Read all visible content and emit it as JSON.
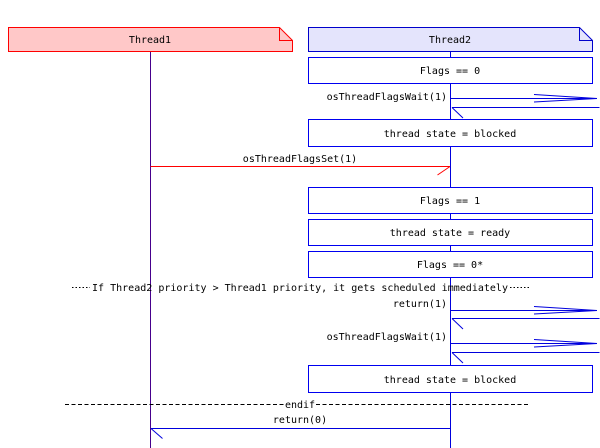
{
  "participants": [
    {
      "name": "Thread1"
    },
    {
      "name": "Thread2"
    }
  ],
  "notes": [
    {
      "text": "Flags == 0"
    },
    {
      "text": "thread state = blocked"
    },
    {
      "text": "Flags == 1"
    },
    {
      "text": "thread state = ready"
    },
    {
      "text": "Flags == 0*"
    },
    {
      "text": "thread state = blocked"
    }
  ],
  "messages": {
    "wait1": "osThreadFlagsWait(1)",
    "set1": "osThreadFlagsSet(1)",
    "return1": "return(1)",
    "wait2": "osThreadFlagsWait(1)",
    "return0": "return(0)"
  },
  "dividers": [
    {
      "text": "If Thread2 priority > Thread1 priority, it gets scheduled immediately"
    },
    {
      "text": "endif"
    }
  ],
  "colors": {
    "thread1_fill": "#ffc8c8",
    "thread1_border": "#ff0000",
    "thread1_lifeline": "#46008c",
    "thread2_fill": "#e4e4fc",
    "thread2_border": "#0000cc",
    "thread2_lifeline": "#0000dd",
    "note_border": "#0000f0",
    "message_blue": "#0000dd",
    "message_red": "#ff0000",
    "text": "#000000",
    "background": "#ffffff"
  }
}
